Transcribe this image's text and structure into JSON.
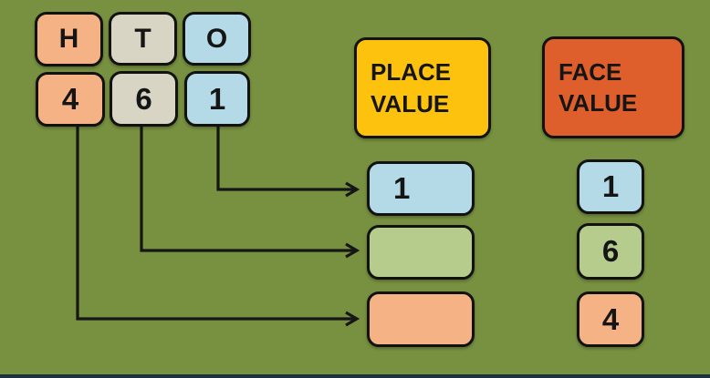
{
  "palette": {
    "background": "#789140",
    "bottom_strip": "#1a333f",
    "outline": "#121212",
    "text": "#151515",
    "orange": "#f5b284",
    "tan": "#d9d5c5",
    "blue": "#b4dae7",
    "green": "#b6cc8d",
    "gold": "#fcc20d",
    "red_orange": "#de5f2b"
  },
  "digit_grid": {
    "headers": [
      {
        "label": "H",
        "color": "orange"
      },
      {
        "label": "T",
        "color": "tan"
      },
      {
        "label": "O",
        "color": "blue"
      }
    ],
    "digits": [
      {
        "label": "4",
        "color": "orange"
      },
      {
        "label": "6",
        "color": "tan"
      },
      {
        "label": "1",
        "color": "blue"
      }
    ]
  },
  "headings": {
    "place_value": "PLACE VALUE",
    "face_value": "FACE VALUE"
  },
  "place_value_column": [
    {
      "label": "1",
      "color": "blue"
    },
    {
      "label": "",
      "color": "green"
    },
    {
      "label": "",
      "color": "orange"
    }
  ],
  "face_value_column": [
    {
      "label": "1",
      "color": "blue"
    },
    {
      "label": "6",
      "color": "green"
    },
    {
      "label": "4",
      "color": "orange"
    }
  ]
}
